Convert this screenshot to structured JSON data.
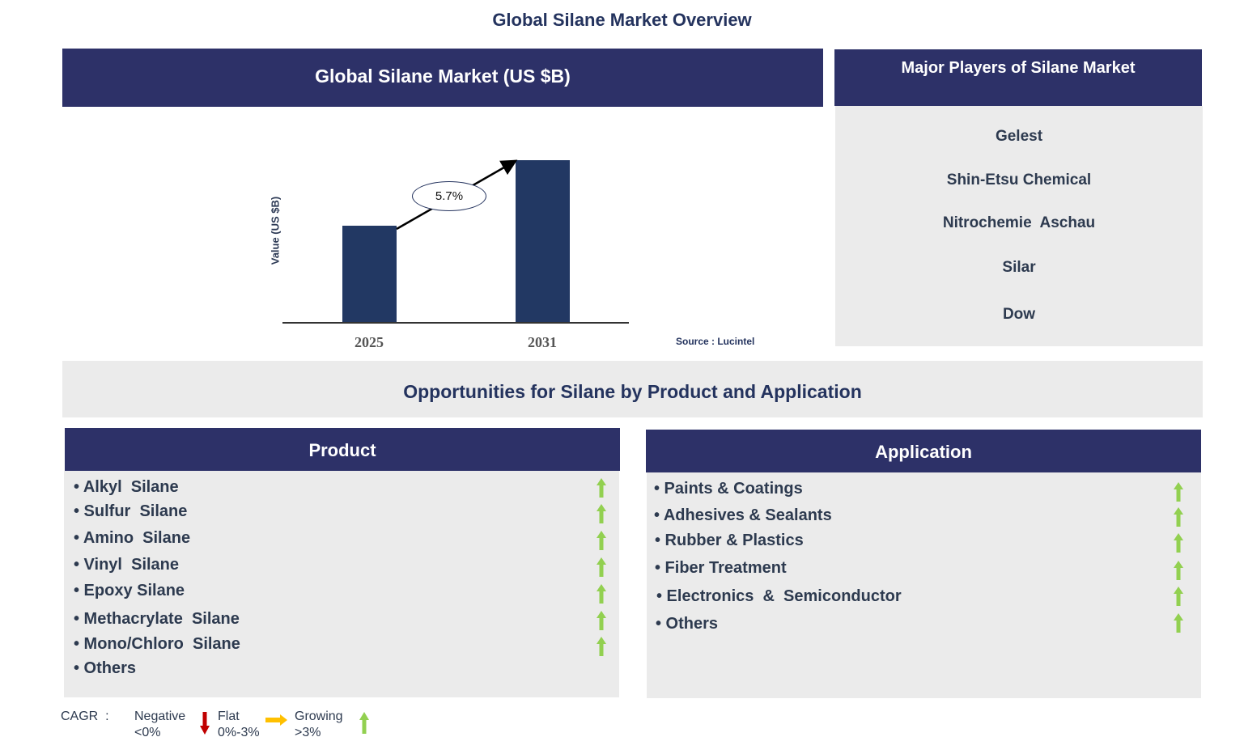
{
  "page": {
    "title": "Global Silane Market Overview"
  },
  "market_chart": {
    "header": "Global Silane Market (US $B)",
    "y_axis_label": "Value (US $B)",
    "cagr_label": "5.7%",
    "source": "Source : Lucintel",
    "bar_color": "#223863"
  },
  "chart_data": {
    "type": "bar",
    "title": "Global Silane Market (US $B)",
    "categories": [
      "2025",
      "2031"
    ],
    "values": [
      1.0,
      1.39
    ],
    "value_note": "relative heights only; no numeric axis shown",
    "xlabel": "",
    "ylabel": "Value (US $B)",
    "annotations": [
      {
        "type": "cagr-arrow",
        "from": "2025",
        "to": "2031",
        "label": "5.7%"
      }
    ],
    "grid": false,
    "legend": null
  },
  "players": {
    "header": "Major Players of Silane Market",
    "items": [
      "Gelest",
      "Shin-Etsu Chemical",
      "Nitrochemie  Aschau",
      "Silar",
      "Dow"
    ]
  },
  "opportunities": {
    "title": "Opportunities for Silane by Product and Application"
  },
  "product": {
    "header": "Product",
    "items": [
      {
        "label": "• Alkyl  Silane",
        "trend": "growing"
      },
      {
        "label": "• Sulfur  Silane",
        "trend": "growing"
      },
      {
        "label": "• Amino  Silane",
        "trend": "growing"
      },
      {
        "label": "• Vinyl  Silane",
        "trend": "growing"
      },
      {
        "label": "• Epoxy Silane",
        "trend": "growing"
      },
      {
        "label": "• Methacrylate  Silane",
        "trend": "growing"
      },
      {
        "label": "• Mono/Chloro  Silane",
        "trend": "growing"
      },
      {
        "label": "• Others",
        "trend": "none"
      }
    ]
  },
  "application": {
    "header": "Application",
    "items": [
      {
        "label": "• Paints & Coatings",
        "trend": "growing"
      },
      {
        "label": "• Adhesives & Sealants",
        "trend": "growing"
      },
      {
        "label": "• Rubber & Plastics",
        "trend": "growing"
      },
      {
        "label": "• Fiber Treatment",
        "trend": "growing"
      },
      {
        "label": "• Electronics  &  Semiconductor",
        "trend": "growing"
      },
      {
        "label": "• Others",
        "trend": "growing"
      }
    ]
  },
  "legend": {
    "title": "CAGR  :",
    "negative": {
      "label": "Negative",
      "range": "<0%",
      "color": "#c00000"
    },
    "flat": {
      "label": "Flat",
      "range": "0%-3%",
      "color": "#ffc000"
    },
    "growing": {
      "label": "Growing",
      "range": ">3%",
      "color": "#92d050"
    }
  },
  "colors": {
    "navy": "#2d3168",
    "panel_gray": "#ebebeb",
    "text_dark": "#24335e",
    "growth_green": "#92d050"
  }
}
